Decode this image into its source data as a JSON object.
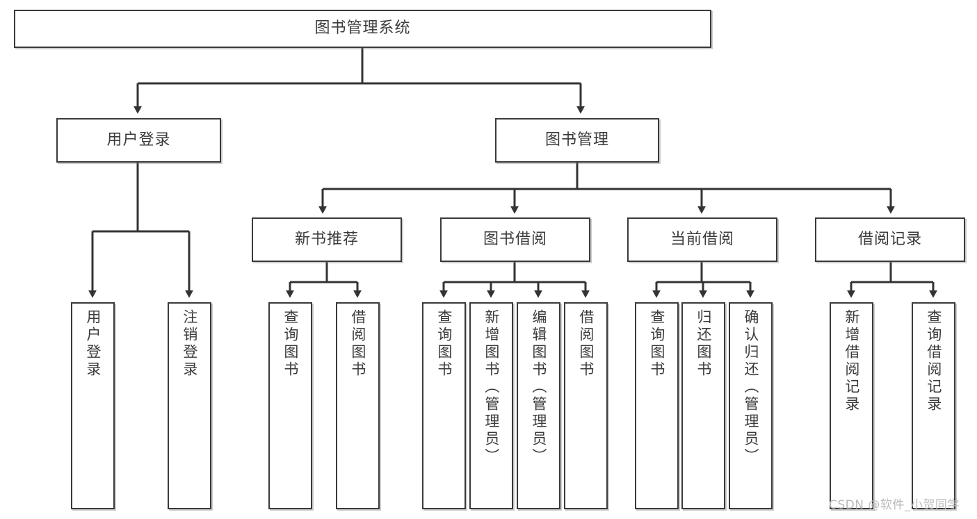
{
  "diagram": {
    "title": "图书管理系统",
    "type": "hierarchy-tree",
    "root": {
      "label": "图书管理系统"
    },
    "tier1": [
      {
        "label": "用户登录"
      },
      {
        "label": "图书管理"
      }
    ],
    "tier2": [
      {
        "label": "新书推荐"
      },
      {
        "label": "图书借阅"
      },
      {
        "label": "当前借阅"
      },
      {
        "label": "借阅记录"
      }
    ],
    "leaves": [
      {
        "label": "用户登录"
      },
      {
        "label": "注销登录"
      },
      {
        "label": "查询图书"
      },
      {
        "label": "借阅图书"
      },
      {
        "label": "查询图书"
      },
      {
        "label": "新增图书（管理员）"
      },
      {
        "label": "编辑图书（管理员）"
      },
      {
        "label": "借阅图书"
      },
      {
        "label": "查询图书"
      },
      {
        "label": "归还图书"
      },
      {
        "label": "确认归还（管理员）"
      },
      {
        "label": "新增借阅记录"
      },
      {
        "label": "查询借阅记录"
      }
    ]
  },
  "watermark": {
    "text": "CSDN @软件_小贺同学"
  },
  "colors": {
    "box_border": "#3a3a3a",
    "box_fill": "#ffffff",
    "connector": "#333333",
    "text": "#3b3b3b",
    "watermark": "#b9b9b9",
    "background": "#ffffff"
  }
}
